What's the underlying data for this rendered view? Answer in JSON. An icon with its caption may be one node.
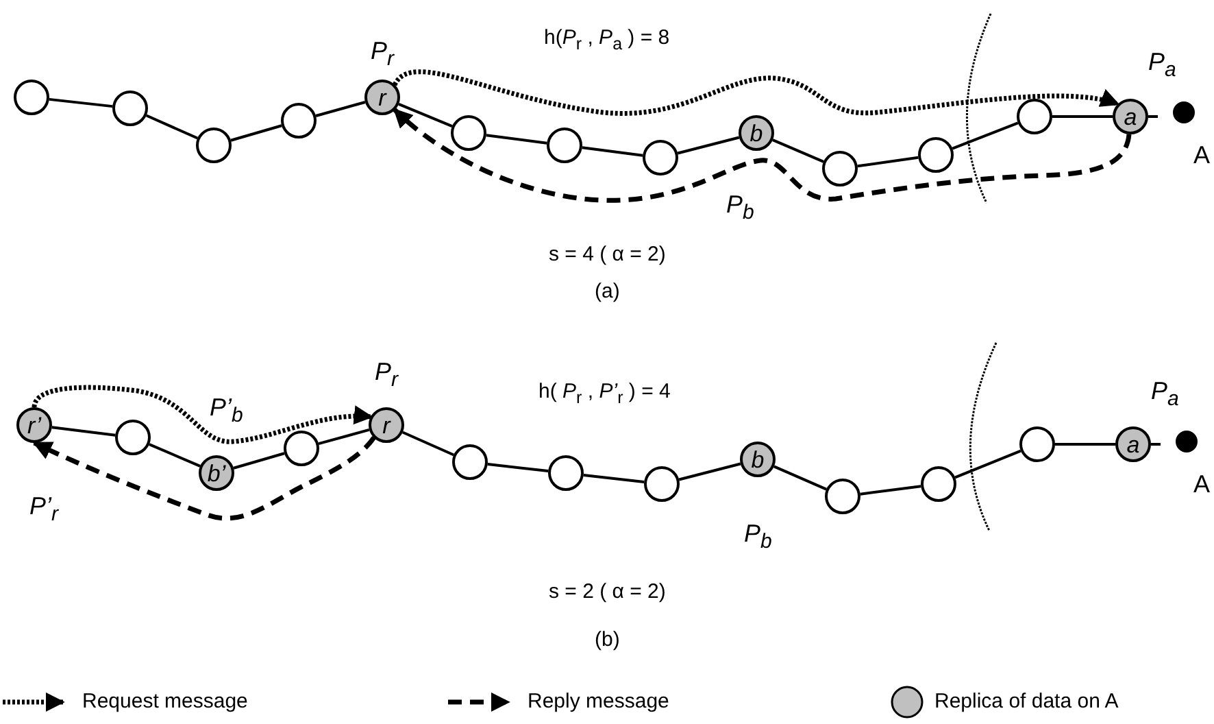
{
  "diagram": {
    "nodes": [
      {
        "text": [],
        "shape": "circle"
      },
      {
        "text": [],
        "shape": "circle"
      },
      {
        "text": [],
        "shape": "circle"
      },
      {
        "text": [],
        "shape": "circle"
      },
      {
        "text": [
          "r"
        ],
        "beside": [
          "P$_{r}$"
        ]
      },
      {
        "text": [],
        "shape": "circle"
      },
      {
        "text": [],
        "shape": "circle"
      },
      {
        "text": [],
        "shape": "circle"
      },
      {
        "text": [
          "b"
        ],
        "beside": [
          "P$_{b}$"
        ]
      },
      {
        "text": [],
        "shape": "circle"
      },
      {
        "text": [],
        "shape": "circle"
      },
      {
        "text": [],
        "shape": "circle"
      },
      {
        "text": [
          "a"
        ],
        "beside": [
          "P$_{a}$"
        ]
      },
      {
        "text": [],
        "shape": "circle",
        "beside": [
          "A"
        ]
      },
      {
        "text": [
          "r’"
        ],
        "beside": [
          "P’$_{r}$"
        ]
      },
      {
        "text": [],
        "shape": "circle"
      },
      {
        "text": [
          "b’"
        ],
        "beside": [
          "P’$_{b}$"
        ]
      },
      {
        "text": [],
        "shape": "circle"
      },
      {
        "text": [
          "r"
        ],
        "beside": [
          "P$_{r}$"
        ]
      },
      {
        "text": [],
        "shape": "circle"
      },
      {
        "text": [],
        "shape": "circle"
      },
      {
        "text": [],
        "shape": "circle"
      },
      {
        "text": [
          "b"
        ],
        "beside": [
          "P$_{b}$"
        ]
      },
      {
        "text": [],
        "shape": "circle"
      },
      {
        "text": [],
        "shape": "circle"
      },
      {
        "text": [],
        "shape": "circle"
      },
      {
        "text": [
          "a"
        ],
        "beside": [
          "P$_{a}$"
        ]
      },
      {
        "text": [],
        "shape": "circle",
        "beside": [
          "A"
        ]
      }
    ],
    "edges": [
      {
        "from": 0,
        "to": 1,
        "arrow": "none"
      },
      {
        "from": 1,
        "to": 2,
        "arrow": "none"
      },
      {
        "from": 2,
        "to": 3,
        "arrow": "none"
      },
      {
        "from": 3,
        "to": 4,
        "arrow": "none"
      },
      {
        "from": 4,
        "to": 5,
        "arrow": "none"
      },
      {
        "from": 5,
        "to": 6,
        "arrow": "none"
      },
      {
        "from": 6,
        "to": 7,
        "arrow": "none"
      },
      {
        "from": 7,
        "to": 8,
        "arrow": "none"
      },
      {
        "from": 8,
        "to": 9,
        "arrow": "none"
      },
      {
        "from": 9,
        "to": 10,
        "arrow": "none"
      },
      {
        "from": 10,
        "to": 11,
        "arrow": "none"
      },
      {
        "from": 11,
        "to": 12,
        "arrow": "none"
      },
      {
        "from": 4,
        "to": 12,
        "arrow": "to",
        "style": "dashed"
      },
      {
        "from": 12,
        "to": 4,
        "arrow": "to",
        "style": "dashed"
      },
      {
        "from": 14,
        "to": 15,
        "arrow": "none"
      },
      {
        "from": 15,
        "to": 16,
        "arrow": "none"
      },
      {
        "from": 16,
        "to": 17,
        "arrow": "none"
      },
      {
        "from": 17,
        "to": 18,
        "arrow": "none"
      },
      {
        "from": 18,
        "to": 19,
        "arrow": "none"
      },
      {
        "from": 19,
        "to": 20,
        "arrow": "none"
      },
      {
        "from": 20,
        "to": 21,
        "arrow": "none"
      },
      {
        "from": 21,
        "to": 22,
        "arrow": "none"
      },
      {
        "from": 22,
        "to": 23,
        "arrow": "none"
      },
      {
        "from": 23,
        "to": 24,
        "arrow": "none"
      },
      {
        "from": 24,
        "to": 25,
        "arrow": "none"
      },
      {
        "from": 25,
        "to": 26,
        "arrow": "none"
      },
      {
        "from": 14,
        "to": 18,
        "arrow": "to",
        "style": "dashed"
      },
      {
        "from": 18,
        "to": 14,
        "arrow": "to",
        "style": "dashed"
      }
    ],
    "labels": [
      "h(*P*$_{r}$ , *P*$_{a}$ ) = 8",
      "s = 4 ( α = 2)",
      "(a)",
      "h( *P*$_{r}$ , *P’*$_{r}$ ) = 4",
      "s = 2 ( α = 2)",
      "(b)"
    ],
    "legend": [
      {
        "text": "Request message"
      },
      {
        "text": "Reply message"
      },
      {
        "text": "Replica of data on A",
        "color": "#c0c0c0"
      }
    ]
  }
}
